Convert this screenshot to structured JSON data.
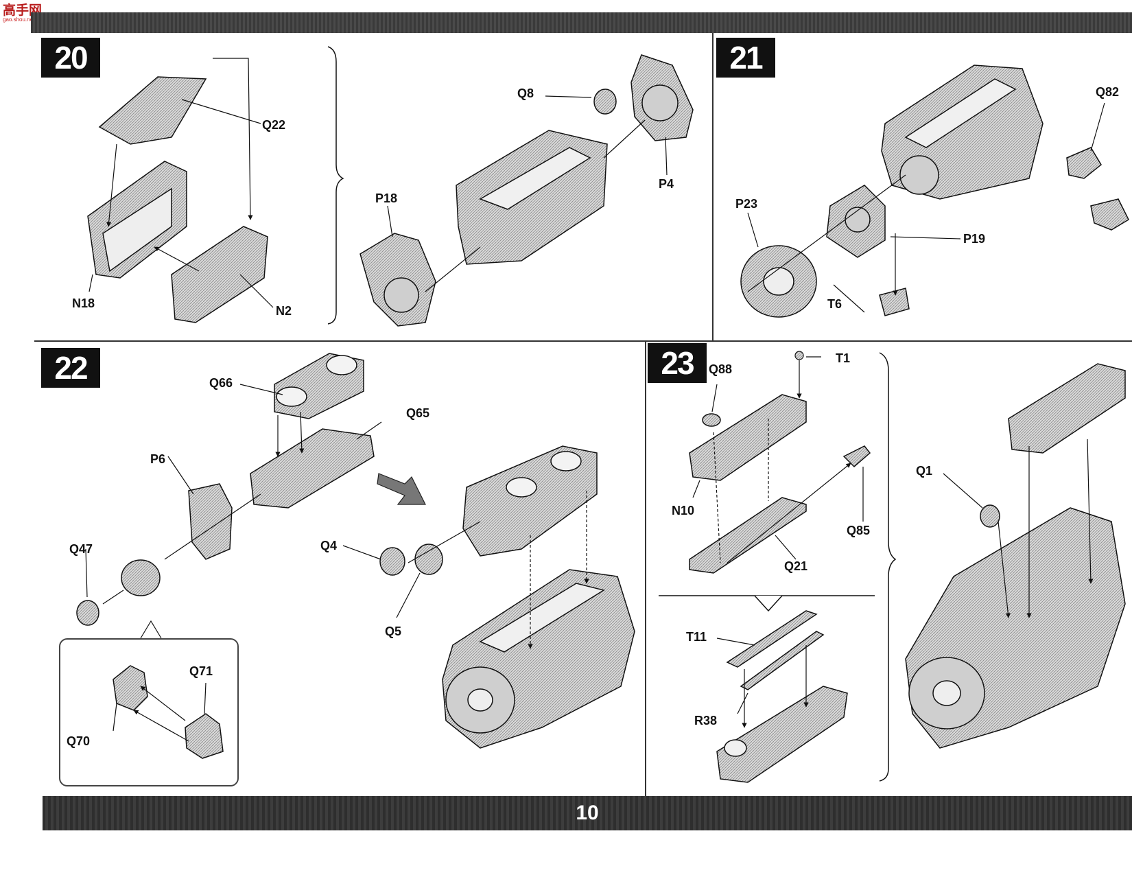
{
  "logo": {
    "text": "高手网",
    "subtext": "gao.shou.net"
  },
  "page": {
    "number": "10"
  },
  "steps": [
    {
      "number": "20",
      "parts": [
        "Q22",
        "N18",
        "N2",
        "Q8",
        "P4",
        "P18"
      ]
    },
    {
      "number": "21",
      "parts": [
        "Q82",
        "P23",
        "P19",
        "T6"
      ]
    },
    {
      "number": "22",
      "parts": [
        "Q66",
        "Q65",
        "P6",
        "Q47",
        "Q4",
        "Q5",
        "Q71",
        "Q70"
      ]
    },
    {
      "number": "23",
      "parts": [
        "Q88",
        "T1",
        "N10",
        "Q85",
        "Q21",
        "T11",
        "R38",
        "Q1"
      ]
    }
  ],
  "labels": {
    "q22": "Q22",
    "n18": "N18",
    "n2": "N2",
    "q8": "Q8",
    "p4": "P4",
    "p18": "P18",
    "q82": "Q82",
    "p23": "P23",
    "p19": "P19",
    "t6": "T6",
    "q66": "Q66",
    "q65": "Q65",
    "p6": "P6",
    "q47": "Q47",
    "q4": "Q4",
    "q5": "Q5",
    "q71": "Q71",
    "q70": "Q70",
    "q88": "Q88",
    "t1": "T1",
    "n10": "N10",
    "q85": "Q85",
    "q21": "Q21",
    "t11": "T11",
    "r38": "R38",
    "q1": "Q1"
  },
  "icons": [
    "engine-part-drawing",
    "leader-line",
    "assembly-arrow",
    "brace-bracket",
    "direction-arrow"
  ]
}
